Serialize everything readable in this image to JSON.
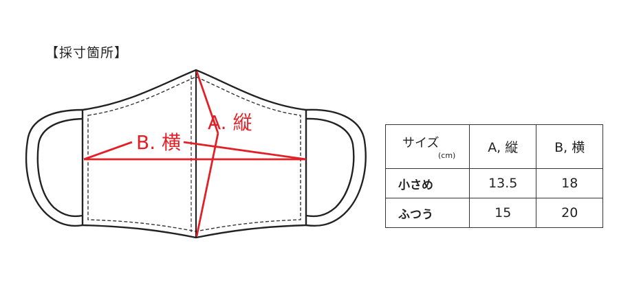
{
  "heading": "【採寸箇所】",
  "labels": {
    "a": "A. 縦",
    "b": "B. 横"
  },
  "colors": {
    "accent": "#e31f26",
    "outline": "#222222"
  },
  "table": {
    "header": {
      "size_label": "サイズ",
      "unit": "(cm)",
      "col_a": "A,  縦",
      "col_b": "B,  横"
    },
    "rows": [
      {
        "name": "小さめ",
        "a": "13.5",
        "b": "18"
      },
      {
        "name": "ふつう",
        "a": "15",
        "b": "20"
      }
    ]
  }
}
